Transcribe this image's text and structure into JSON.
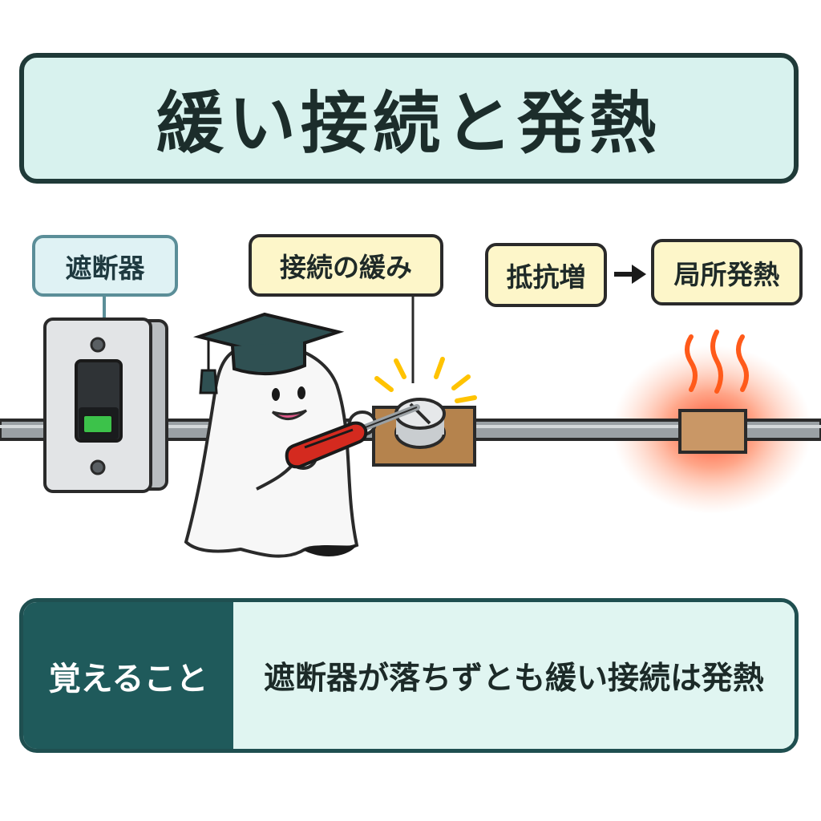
{
  "title": "緩い接続と発熱",
  "labels": {
    "breaker": "遮断器",
    "loose_connection": "接続の緩み",
    "resistance_up": "抵抗増",
    "local_heating": "局所発熱"
  },
  "memo": {
    "heading": "覚えること",
    "text": "遮断器が落ちずとも緩い接続は発熱"
  },
  "colors": {
    "title_bg": "#d8f2ee",
    "dark_teal": "#1f5a5b",
    "label_yellow": "#fdf6c9",
    "label_blue": "#dff2f4",
    "heat_glow": "#ff5a2a",
    "indicator_green": "#3cc24a",
    "terminal_wood": "#b5834d",
    "screwdriver_red": "#d42a1f"
  },
  "icons": [
    "circuit-breaker-icon",
    "ghost-mascot-icon",
    "graduation-cap-icon",
    "screwdriver-icon",
    "heat-wave-icon",
    "arrow-right-icon"
  ]
}
